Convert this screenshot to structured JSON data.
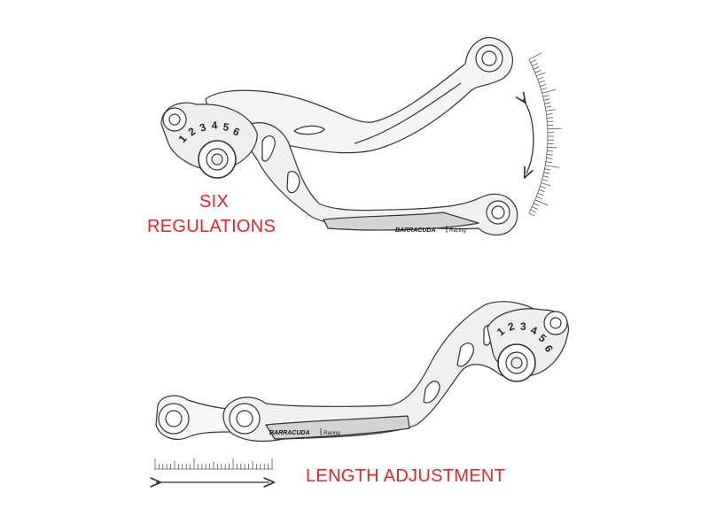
{
  "labels": {
    "six": "SIX",
    "regulations": "REGULATIONS",
    "length_adjustment": "LENGTH ADJUSTMENT"
  },
  "brand": {
    "name": "BARRACUDA",
    "sub": "Racing"
  },
  "dial_numbers": [
    "1",
    "2",
    "3",
    "4",
    "5",
    "6"
  ],
  "colors": {
    "caption": "#e0262b",
    "lever_fill": "#f2f2f2",
    "lever_shadow": "#cfcfcf",
    "outline": "#333333"
  },
  "icons": {
    "swing": "curved-double-arrow-icon",
    "length": "horizontal-double-arrow-icon"
  }
}
